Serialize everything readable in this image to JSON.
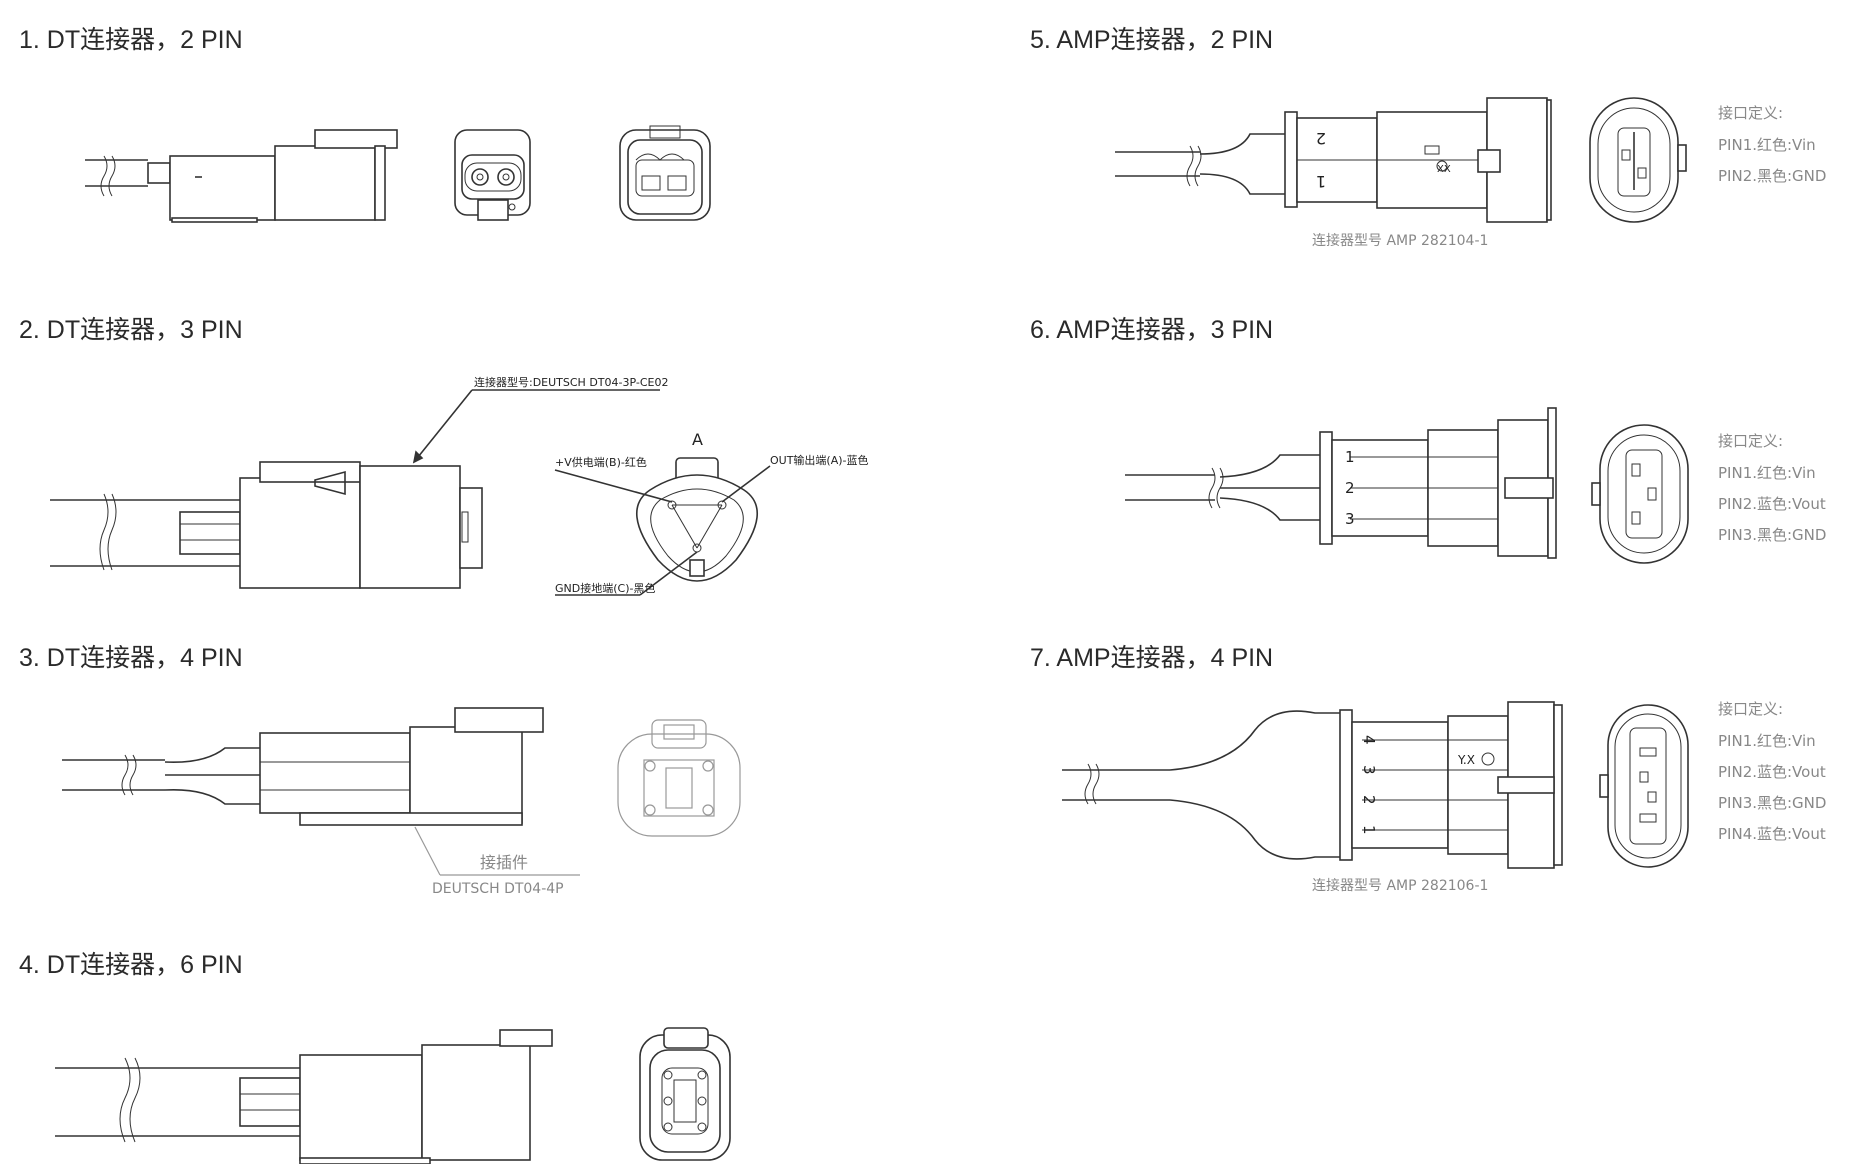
{
  "sections": [
    {
      "title": "1. DT连接器，2 PIN"
    },
    {
      "title": "2. DT连接器，3 PIN"
    },
    {
      "title": "3. DT连接器，4 PIN"
    },
    {
      "title": "4. DT连接器，6 PIN"
    },
    {
      "title": "5.  AMP连接器，2 PIN"
    },
    {
      "title": "6. AMP连接器，3 PIN"
    },
    {
      "title": "7. AMP连接器，4 PIN"
    }
  ],
  "dt3": {
    "model_callout": "连接器型号:DEUTSCH DT04-3P-CE02",
    "view_label": "A",
    "pin_b": "+V供电端(B)-红色",
    "pin_a": "OUT输出端(A)-蓝色",
    "pin_c": "GND接地端(C)-黑色"
  },
  "dt4": {
    "callout_1": "接插件",
    "callout_2": "DEUTSCH DT04-4P"
  },
  "amp2": {
    "model": "连接器型号 AMP 282104-1",
    "def_title": "接口定义:",
    "pins": [
      "PIN1.红色:Vin",
      "PIN2.黑色:GND"
    ],
    "digits": [
      "2",
      "1"
    ],
    "marking": "XX"
  },
  "amp3": {
    "def_title": "接口定义:",
    "pins": [
      "PIN1.红色:Vin",
      "PIN2.蓝色:Vout",
      "PIN3.黑色:GND"
    ],
    "digits": [
      "1",
      "2",
      "3"
    ]
  },
  "amp4": {
    "model": "连接器型号 AMP 282106-1",
    "def_title": "接口定义:",
    "pins": [
      "PIN1.红色:Vin",
      "PIN2.蓝色:Vout",
      "PIN3.黑色:GND",
      "PIN4.蓝色:Vout"
    ],
    "digits": [
      "4",
      "3",
      "2",
      "1"
    ],
    "marking": "Y.X"
  }
}
